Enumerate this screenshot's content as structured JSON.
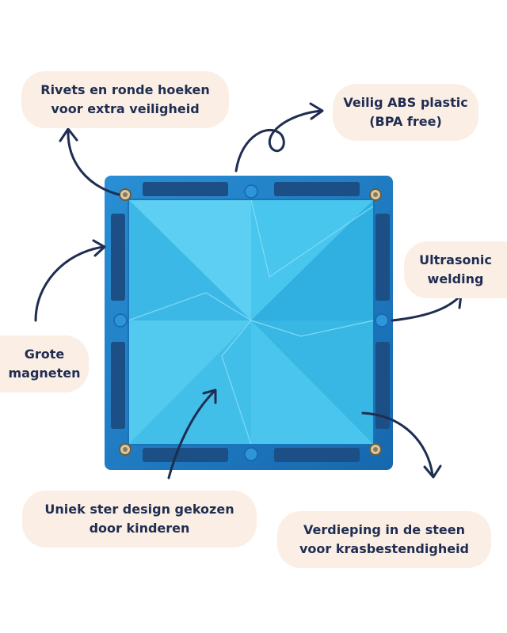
{
  "labels": {
    "rivets": {
      "line1": "Rivets en ronde hoeken",
      "line2": "voor extra veiligheid"
    },
    "abs": {
      "line1": "Veilig ABS plastic",
      "line2": "(BPA free)"
    },
    "ultrasonic": {
      "line1": "Ultrasonic",
      "line2": "welding"
    },
    "magnets": {
      "line1": "Grote",
      "line2": "magneten"
    },
    "star": {
      "line1": "Uniek ster design gekozen",
      "line2": "door kinderen"
    },
    "recess": {
      "line1": "Verdieping in de steen",
      "line2": "voor krasbestendigheid"
    }
  },
  "colors": {
    "label_bg": "#fbeee4",
    "text": "#1f2d52",
    "arrow": "#1f2d52",
    "tile_frame": "#1d7bc4",
    "tile_face": "#45c3ec",
    "magnet": "#1b4f86"
  }
}
